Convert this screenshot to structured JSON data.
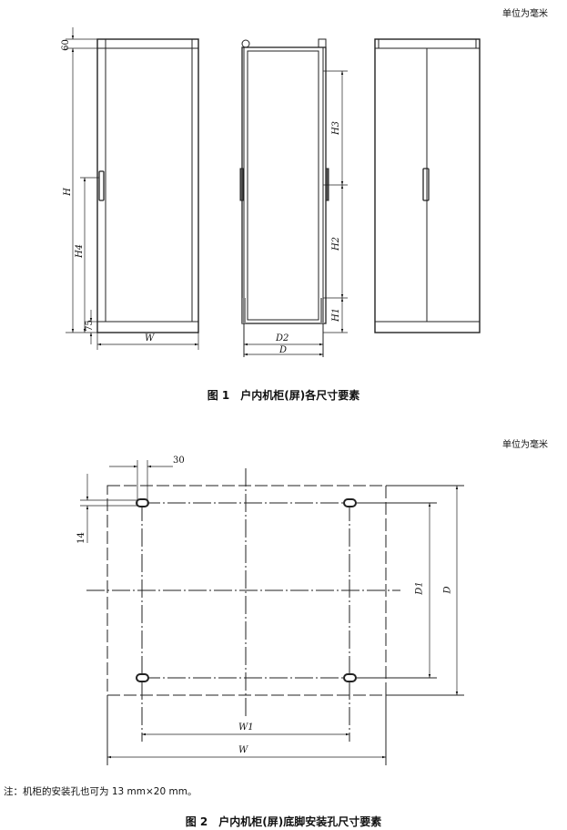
{
  "unit_note_1": "单位为毫米",
  "unit_note_2": "单位为毫米",
  "figure1": {
    "caption": "图 1　户内机柜(屏)各尺寸要素",
    "labels": {
      "top_height": "60",
      "H": "H",
      "H4": "H4",
      "base": "75",
      "W": "W",
      "H3": "H3",
      "H2": "H2",
      "H1": "H1",
      "D2": "D2",
      "D": "D"
    }
  },
  "figure2": {
    "caption": "图 2　户内机柜(屏)底脚安装孔尺寸要素",
    "labels": {
      "hole_offset": "30",
      "hole_height": "14",
      "D1": "D1",
      "D": "D",
      "W1": "W1",
      "W": "W"
    },
    "note": "注：机柜的安装孔也可为 13 mm×20 mm。"
  }
}
